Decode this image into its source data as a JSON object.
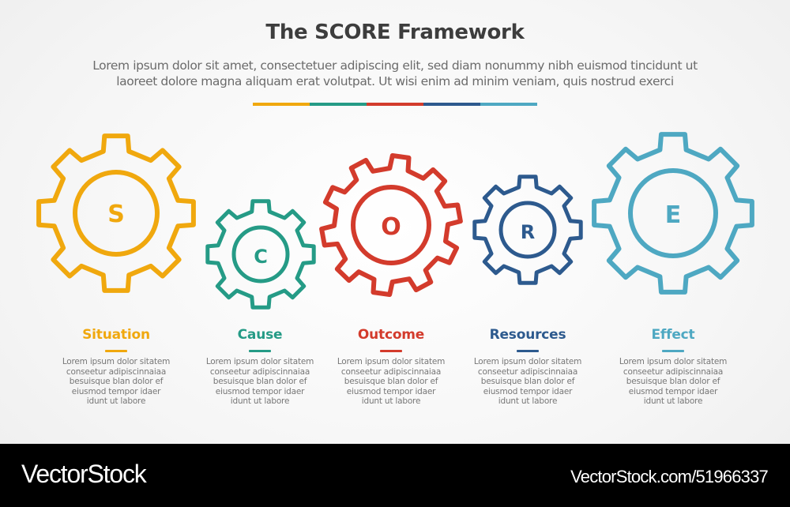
{
  "header": {
    "title": "The SCORE Framework",
    "subtitle_line1": "Lorem ipsum dolor sit amet, consectetuer adipiscing elit, sed diam nonummy nibh euismod tincidunt ut",
    "subtitle_line2": "laoreet dolore magna aliquam erat volutpat. Ut wisi enim ad minim veniam, quis nostrud exerci"
  },
  "colors": {
    "situation": "#f0a80e",
    "cause": "#259b86",
    "outcome": "#d33b2c",
    "resources": "#2d5a8e",
    "effect": "#4ea8c2",
    "title": "#3d3d3d",
    "body_text": "#777777"
  },
  "steps": [
    {
      "letter": "S",
      "label": "Situation",
      "icon": "gear-icon",
      "desc1": "Lorem ipsum dolor sitatem",
      "desc2": "conseetur adipiscinnaiaa",
      "desc3": "besuisque blan dolor ef",
      "desc4": "eiusmod tempor idaer",
      "desc5": "idunt ut labore"
    },
    {
      "letter": "C",
      "label": "Cause",
      "icon": "gear-icon",
      "desc1": "Lorem ipsum dolor sitatem",
      "desc2": "conseetur adipiscinnaiaa",
      "desc3": "besuisque blan dolor ef",
      "desc4": "eiusmod tempor idaer",
      "desc5": "idunt ut labore"
    },
    {
      "letter": "O",
      "label": "Outcome",
      "icon": "gear-icon",
      "desc1": "Lorem ipsum dolor sitatem",
      "desc2": "conseetur adipiscinnaiaa",
      "desc3": "besuisque blan dolor ef",
      "desc4": "eiusmod tempor idaer",
      "desc5": "idunt ut labore"
    },
    {
      "letter": "R",
      "label": "Resources",
      "icon": "gear-icon",
      "desc1": "Lorem ipsum dolor sitatem",
      "desc2": "conseetur adipiscinnaiaa",
      "desc3": "besuisque blan dolor ef",
      "desc4": "eiusmod tempor idaer",
      "desc5": "idunt ut labore"
    },
    {
      "letter": "E",
      "label": "Effect",
      "icon": "gear-icon",
      "desc1": "Lorem ipsum dolor sitatem",
      "desc2": "conseetur adipiscinnaiaa",
      "desc3": "besuisque blan dolor ef",
      "desc4": "eiusmod tempor idaer",
      "desc5": "idunt ut labore"
    }
  ],
  "footer": {
    "brand": "VectorStock",
    "url": "VectorStock.com/51966337"
  }
}
